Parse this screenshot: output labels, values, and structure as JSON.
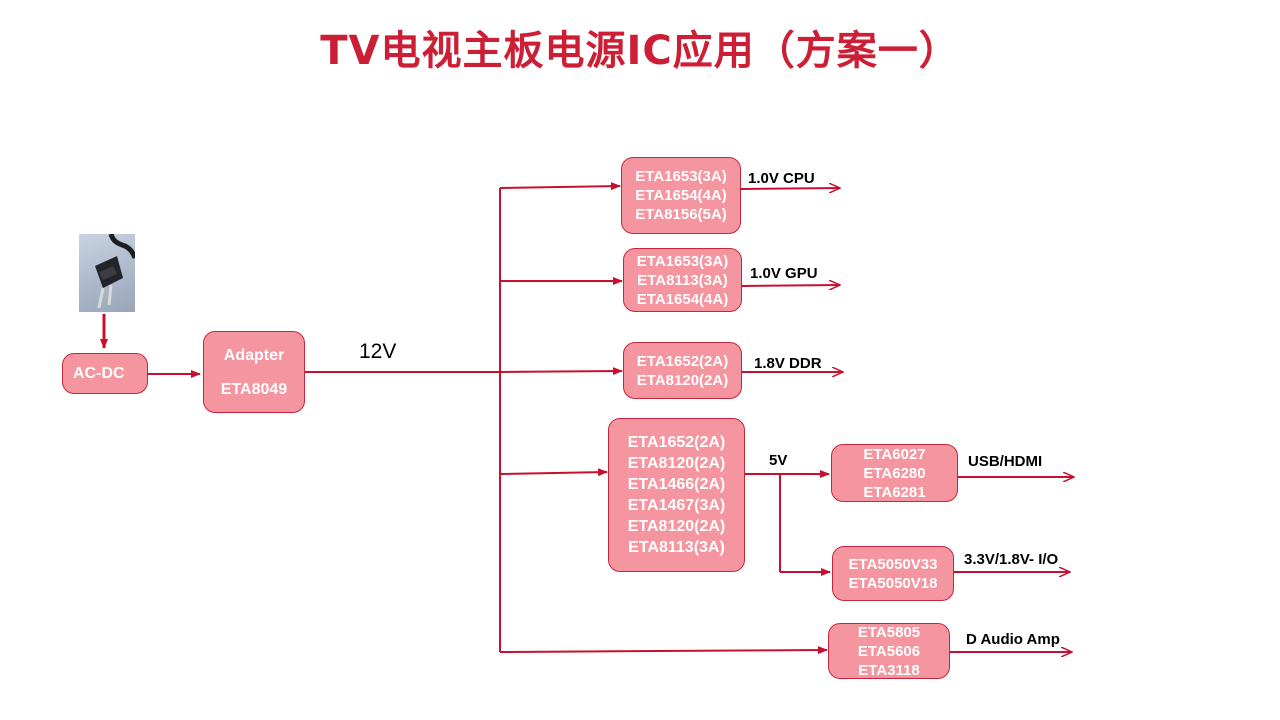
{
  "title": "TV电视主板电源IC应用（方案一）",
  "colors": {
    "accent": "#cc1f36",
    "box_fill": "#f4959f",
    "box_border": "#c3283c",
    "wire": "#c8102e"
  },
  "icons": {
    "power_plug": "power-plug-icon"
  },
  "nodes": {
    "acdc": {
      "lines": [
        "AC-DC"
      ]
    },
    "adapter": {
      "lines": [
        "Adapter",
        "ETA8049"
      ]
    },
    "cpu_reg": {
      "lines": [
        "ETA1653(3A)",
        "ETA1654(4A)",
        "ETA8156(5A)"
      ]
    },
    "gpu_reg": {
      "lines": [
        "ETA1653(3A)",
        "ETA8113(3A)",
        "ETA1654(4A)"
      ]
    },
    "ddr_reg": {
      "lines": [
        "ETA1652(2A)",
        "ETA8120(2A)"
      ]
    },
    "v5_reg": {
      "lines": [
        "ETA1652(2A)",
        "ETA8120(2A)",
        "ETA1466(2A)",
        "ETA1467(3A)",
        "ETA8120(2A)",
        "ETA8113(3A)"
      ]
    },
    "usb_sw": {
      "lines": [
        "ETA6027",
        "ETA6280",
        "ETA6281"
      ]
    },
    "ldo": {
      "lines": [
        "ETA5050V33",
        "ETA5050V18"
      ]
    },
    "audio": {
      "lines": [
        "ETA5805",
        "ETA5606",
        "ETA3118"
      ]
    }
  },
  "labels": {
    "bus_12v": "12V",
    "cpu": "1.0V CPU",
    "gpu": "1.0V GPU",
    "ddr": "1.8V DDR",
    "v5": "5V",
    "usb_hdmi": "USB/HDMI",
    "io": "3.3V/1.8V- I/O",
    "audio": "D Audio Amp"
  }
}
